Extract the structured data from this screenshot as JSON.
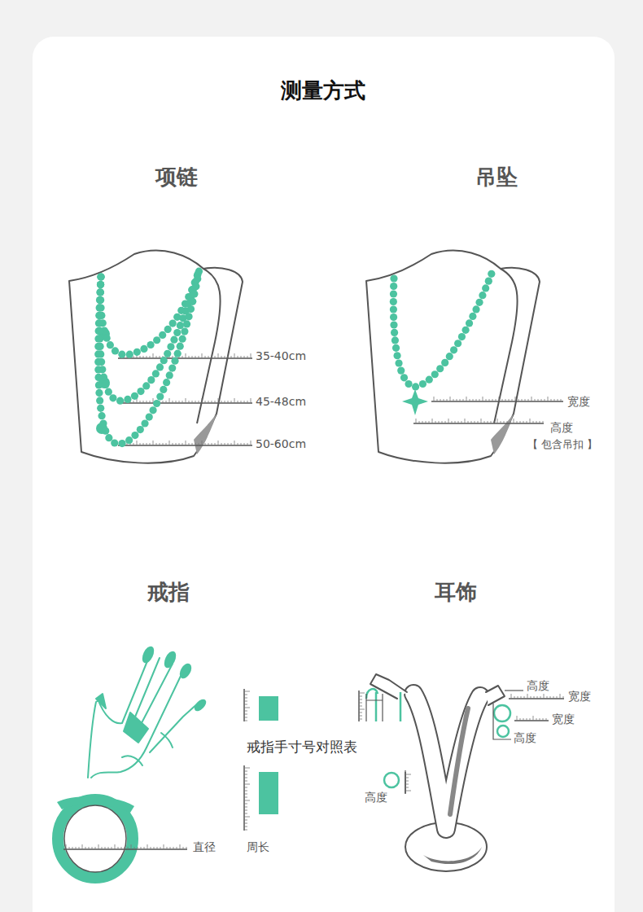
{
  "diagram": {
    "title": "测量方式",
    "labels": [
      "项链",
      "吊坠",
      "35-40cm",
      "45-48cm",
      "50-60cm",
      "宽度",
      "高度",
      "【 包含吊扣 】",
      "戒指",
      "耳饰",
      "戒指手寸号对照表",
      "直径",
      "周长",
      "高度",
      "高度",
      "宽度",
      "宽度",
      "高度"
    ]
  }
}
